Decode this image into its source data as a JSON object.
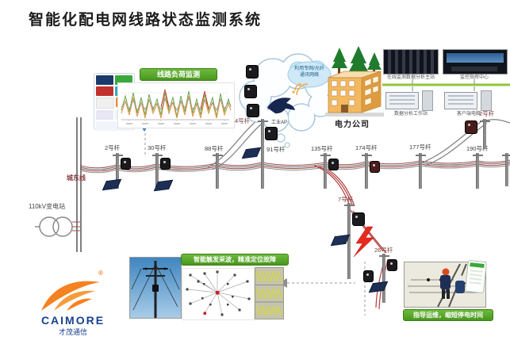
{
  "title": "智能化配电网线路状态监测系统",
  "load_monitor": {
    "banner": "线路负荷监测"
  },
  "cloud": {
    "net_line1": "利用专网/光纤",
    "net_line2": "通讯网络",
    "ap_label": "工业AP"
  },
  "company_label": "电力公司",
  "station_label": "110kV变电站",
  "feeder_label": "城东线",
  "control_center": {
    "captions": [
      "在线监测数据分析主站",
      "监控指挥中心",
      "数据分析工作站",
      "客户端电脑"
    ]
  },
  "poles": {
    "main": [
      "2号杆",
      "30号杆",
      "88号杆",
      "91号杆",
      "135号杆",
      "174号杆",
      "177号杆",
      "190号杆"
    ],
    "branch_up_left": "4号杆",
    "branch_up_right": "2号杆",
    "branch_down_1": "7号杆",
    "branch_down_2": "26号杆"
  },
  "fault_panel": {
    "banner": "智能触发采波，精准定位故障"
  },
  "maintain_panel": {
    "banner": "指导运维，缩短停电时间"
  },
  "logo": {
    "name": "CAIMORE",
    "sub": "才茂通信",
    "reg": "®"
  },
  "colors": {
    "accent_green": "#49961e",
    "trunk_green": "#8fc43c",
    "wire_red": "#a03b3b",
    "fault_red": "#e62b1e",
    "cloud_blue": "#cfe9f8",
    "logo_orange": "#f58220",
    "logo_blue": "#17418f"
  }
}
